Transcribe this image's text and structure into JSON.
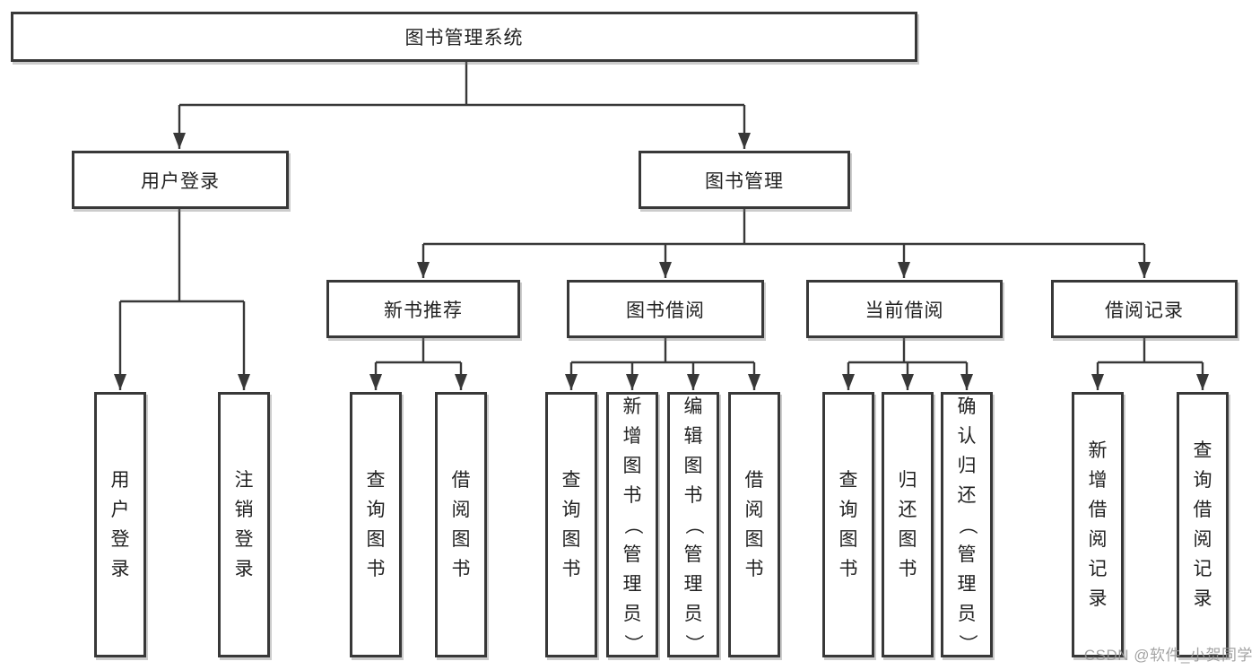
{
  "diagram": {
    "root": {
      "label": "图书管理系统"
    },
    "level2": {
      "user_login": {
        "label": "用户登录"
      },
      "book_management": {
        "label": "图书管理"
      }
    },
    "level3": {
      "new_book_recommend": {
        "label": "新书推荐"
      },
      "book_borrow": {
        "label": "图书借阅"
      },
      "current_borrow": {
        "label": "当前借阅"
      },
      "borrow_records": {
        "label": "借阅记录"
      }
    },
    "leaves": {
      "user_login": {
        "label": "用户登录"
      },
      "logout": {
        "label": "注销登录"
      },
      "nb_query_book": {
        "label": "查询图书"
      },
      "nb_borrow_book": {
        "label": "借阅图书"
      },
      "bb_query_book": {
        "label": "查询图书"
      },
      "bb_add_book": {
        "label": "新增图书（管理员）"
      },
      "bb_edit_book": {
        "label": "编辑图书（管理员）"
      },
      "bb_borrow_book": {
        "label": "借阅图书"
      },
      "cb_query_book": {
        "label": "查询图书"
      },
      "cb_return_book": {
        "label": "归还图书"
      },
      "cb_confirm_return": {
        "label": "确认归还（管理员）"
      },
      "br_add_record": {
        "label": "新增借阅记录"
      },
      "br_query_record": {
        "label": "查询借阅记录"
      }
    }
  },
  "watermark": {
    "text": "CSDN @软件_小贺同学"
  },
  "colors": {
    "line": "#383838",
    "text": "#222222",
    "watermark": "#9c9c9c"
  }
}
